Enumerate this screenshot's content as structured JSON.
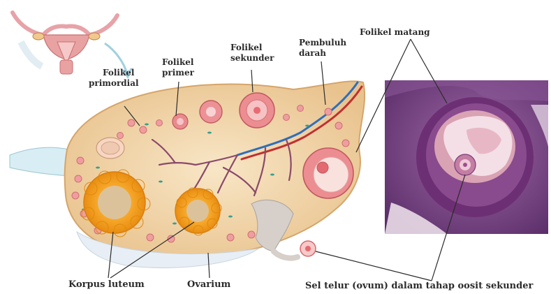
{
  "labels": {
    "folikel_primordial": [
      "Folikel",
      "primordial"
    ],
    "folikel_primer": [
      "Folikel",
      "primer"
    ],
    "folikel_sekunder": [
      "Folikel",
      "sekunder"
    ],
    "pembuluh_darah": [
      "Pembuluh",
      "darah"
    ],
    "folikel_matang": "Folikel matang",
    "korpus_luteum": "Korpus luteum",
    "ovarium": "Ovarium",
    "sel_telur": "Sel telur (ovum) dalam tahap oosit sekunder"
  },
  "colors": {
    "ovary_fill": "#f3d9b0",
    "follicle_pink": "#e7888c",
    "corpus_luteum_orange": "#f2a22a",
    "vessel_red": "#c03030",
    "vessel_blue": "#2f6fb8",
    "micrograph_purple": "#6e3e7c",
    "leader_line": "#2b2b2b"
  }
}
